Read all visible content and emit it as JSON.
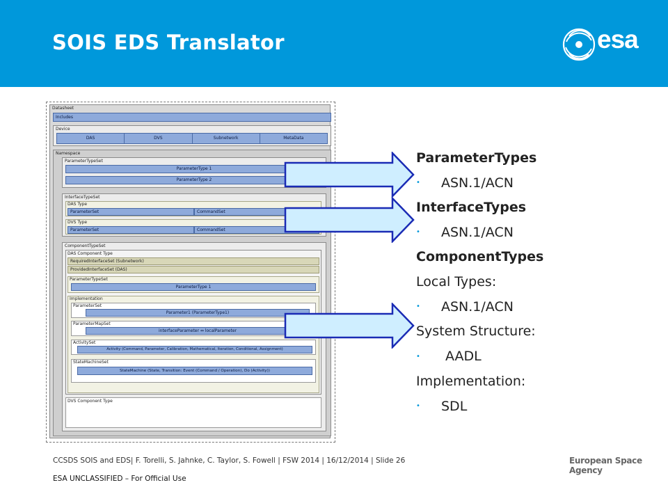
{
  "header": {
    "title": "SOIS EDS Translator",
    "logo_text": "esa",
    "bg_color": "#0098db"
  },
  "diagram": {
    "datasheet": "Datasheet",
    "includes": "Includes",
    "device": "Device",
    "device_cells": [
      "DAS",
      "DVS",
      "Subnetwork",
      "MetaData"
    ],
    "namespace": "Namespace",
    "parameter_type_set": "ParameterTypeSet",
    "parameter_type_1": "ParameterType 1",
    "parameter_type_2": "ParameterType 2",
    "interface_type_set": "InterfaceTypeSet",
    "das_type": "DAS Type",
    "dvs_type": "DVS Type",
    "parameter_set": "ParameterSet",
    "command_set": "CommandSet",
    "component_type_set": "ComponentTypeSet",
    "das_component_type": "DAS Component Type",
    "required_interface_set": "RequiredInterfaceSet (Subnetwork)",
    "provided_interface_set": "ProvidedInterfaceSet (DAS)",
    "implementation": "Implementation",
    "parameter1": "Parameter1 (ParameterType1)",
    "parameter_map_set": "ParameterMapSet",
    "interface_parameter": "interfaceParameter ⇔ localParameter",
    "activity_set": "ActivitySet",
    "activity": "Activity (Command, Parameter, Calibration, Mathematical, Iteration, Conditional, Assignment)",
    "state_machine_set": "StateMachineSet",
    "state_machine": "StateMachine (State, Transition: Event (Command / Operation), Do (Activity))",
    "dvs_component_type": "DVS Component Type"
  },
  "right_text": {
    "parameter_types": "ParameterTypes",
    "asn1_a": "ASN.1/ACN",
    "interface_types": "InterfaceTypes",
    "asn1_b": "ASN.1/ACN",
    "component_types": "ComponentTypes",
    "local_types": "Local Types:",
    "asn1_c": "ASN.1/ACN",
    "system_structure": "System Structure:",
    "aadl": "AADL",
    "implementation": "Implementation:",
    "sdl": "SDL",
    "bullet": "•"
  },
  "footer": {
    "citation": "CCSDS SOIS and EDS| F. Torelli, S. Jahnke, C. Taylor, S. Fowell | FSW 2014 | 16/12/2014 | Slide  26",
    "classification": "ESA UNCLASSIFIED – For Official Use",
    "agency": "European Space Agency"
  }
}
